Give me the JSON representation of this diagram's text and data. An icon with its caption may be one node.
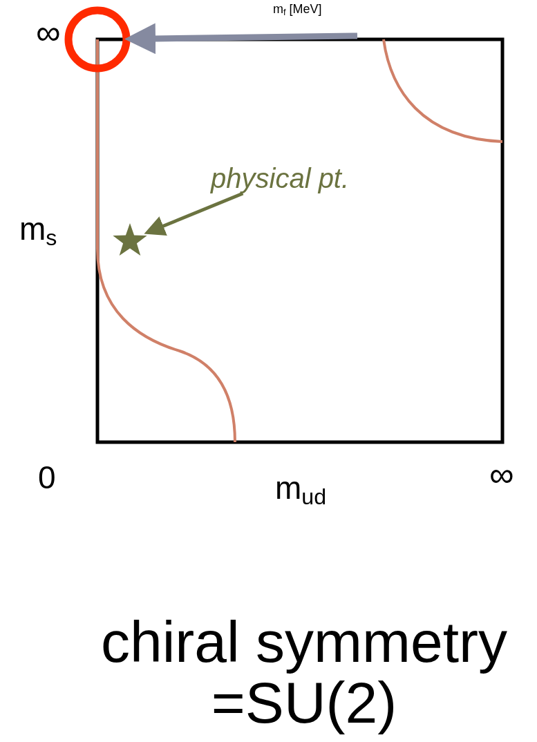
{
  "diagram": {
    "nodes": [
      {
        "text": [
          "physical pt."
        ]
      },
      {
        "text": [],
        "shape": "star"
      },
      {
        "text": [],
        "shape": "circle"
      }
    ],
    "edges": [
      {
        "from": 0,
        "to": 1,
        "arrow": "to",
        "color": "#6b7340"
      },
      {
        "from": null,
        "to": 2,
        "arrow": "to",
        "style": "thick",
        "color": "#858aa0"
      }
    ],
    "labels": [
      "m$_{f}$ [MeV]",
      "∞",
      "m$_{s}$",
      "0",
      "m$_{ud}$",
      "∞",
      "chiral symmetry =SU(2)"
    ]
  }
}
